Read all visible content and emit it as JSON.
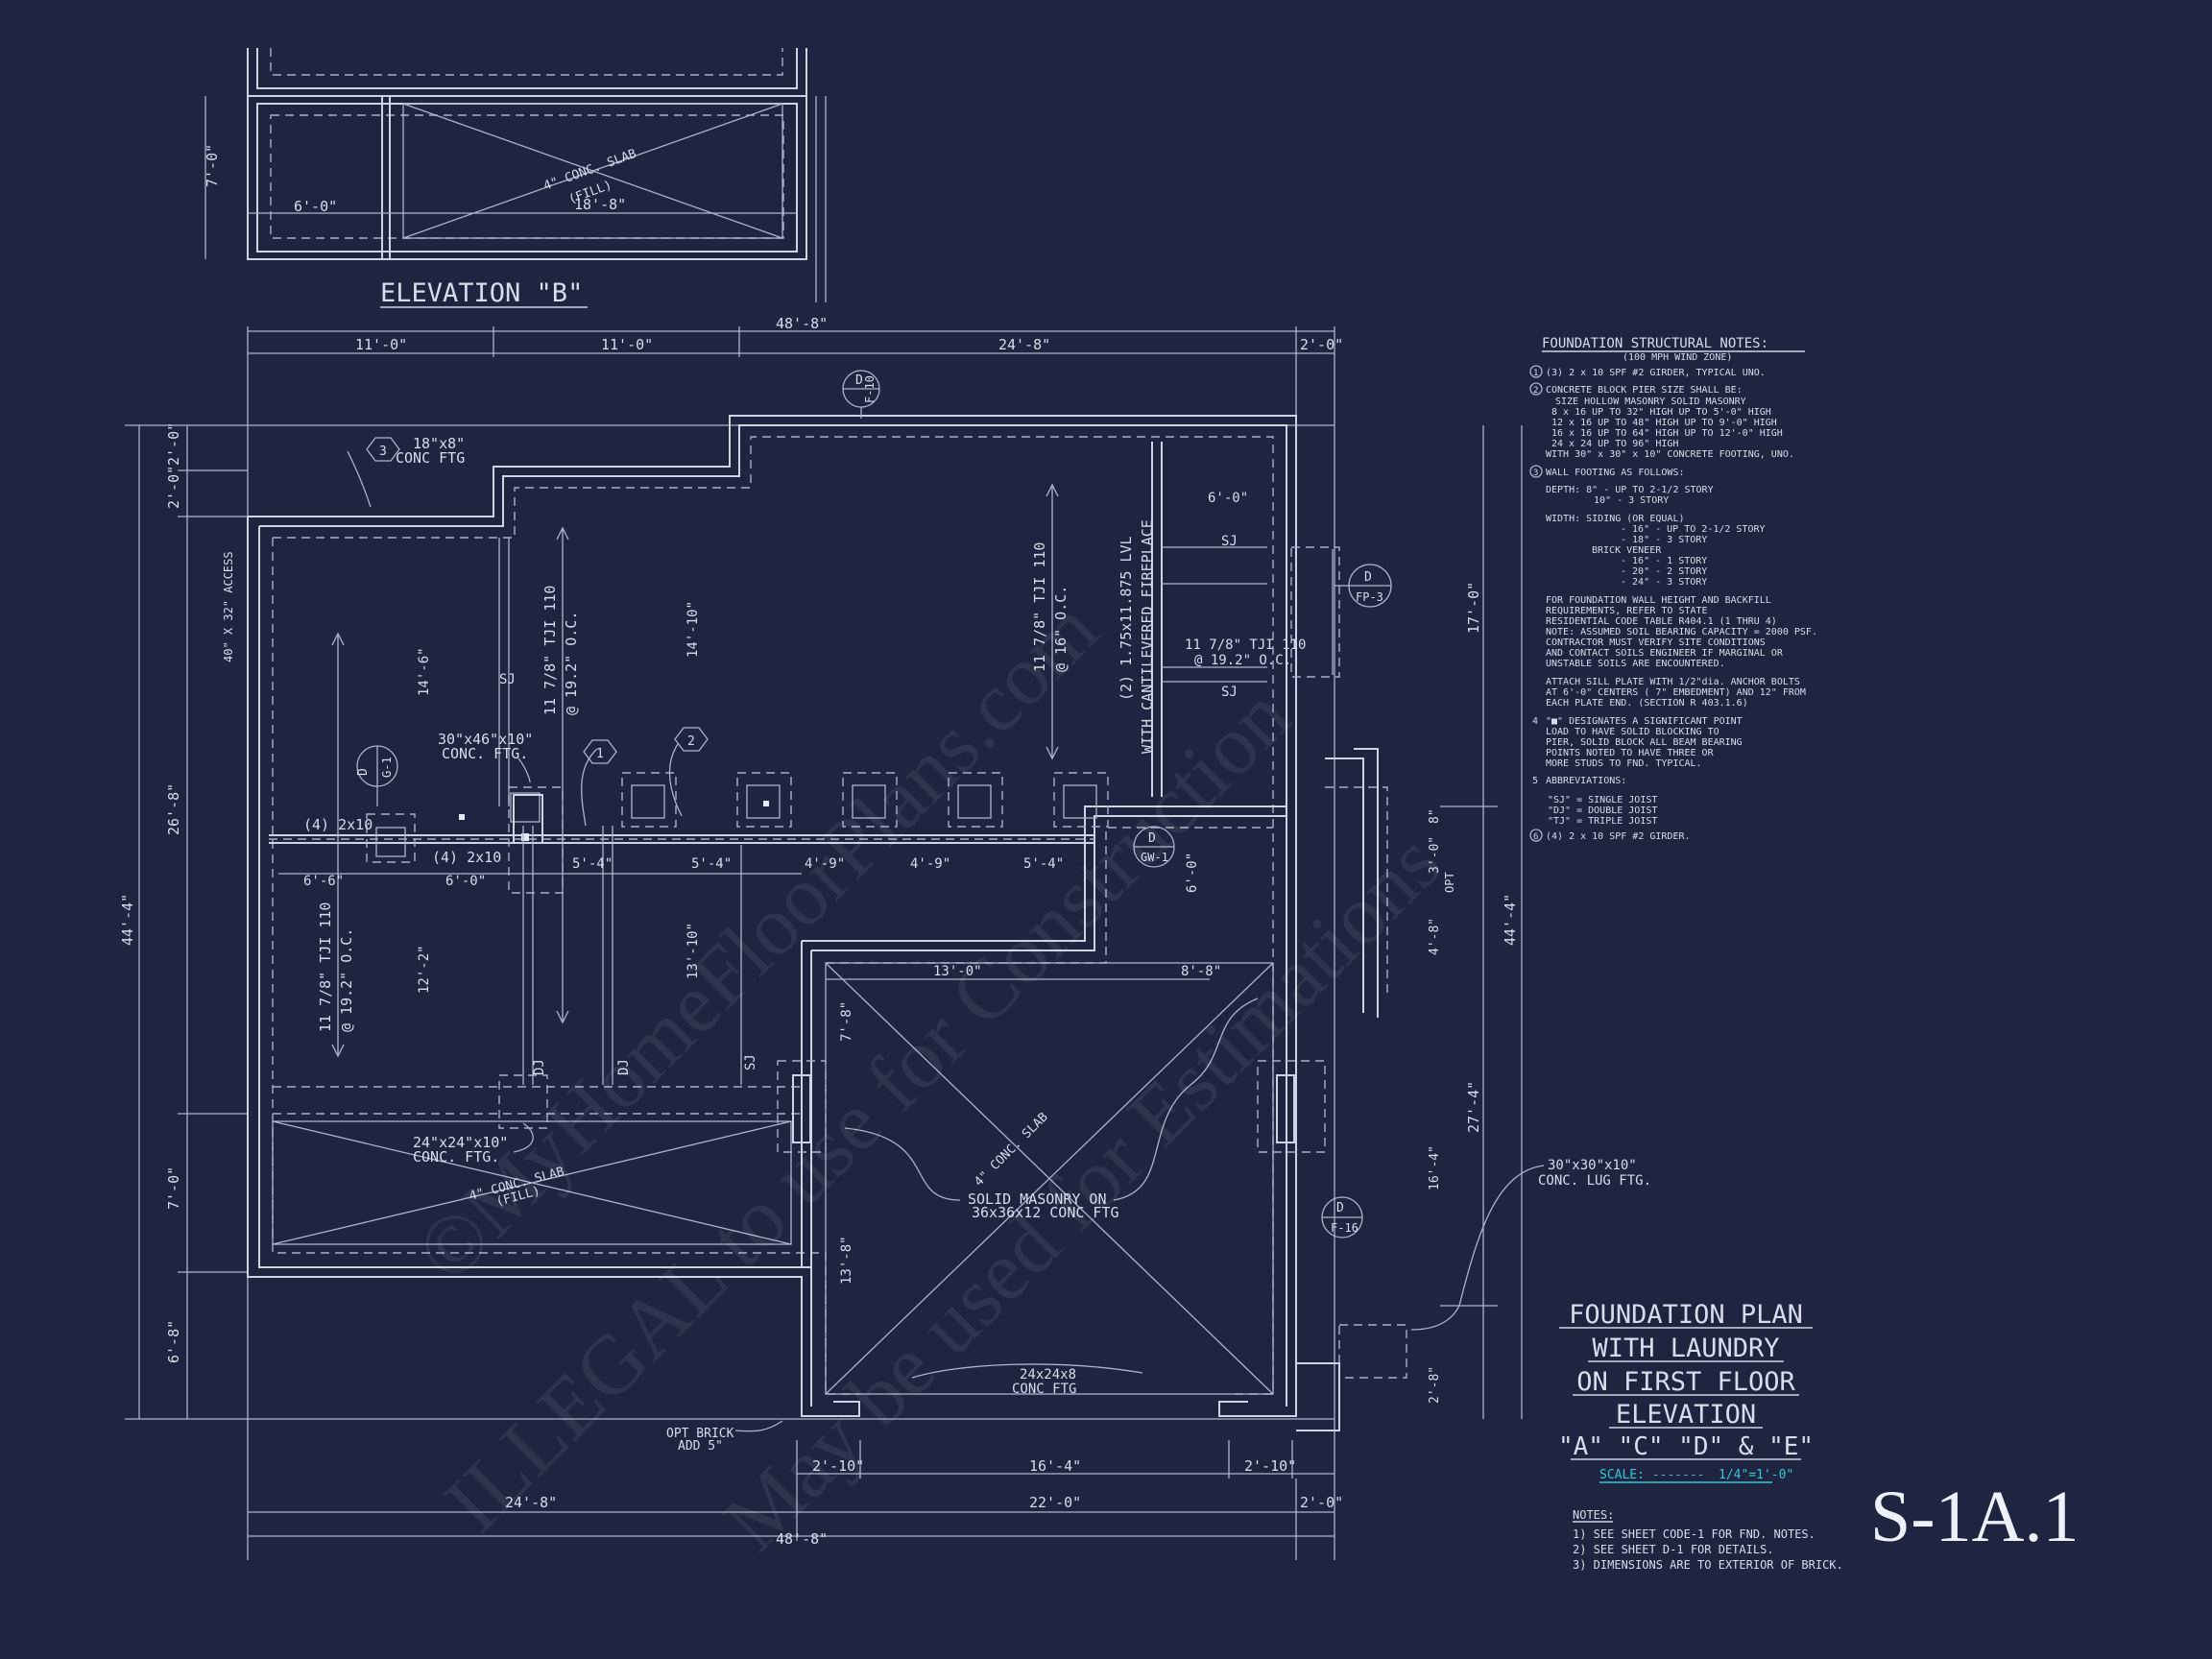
{
  "sheet": {
    "number": "S-1A.1",
    "background": "#1f2440",
    "line_color": "#cfd3e6",
    "accent_color": "#33c7d9"
  },
  "elevation_b": {
    "title": "ELEVATION \"B\"",
    "slab_label": "4\" CONC. SLAB",
    "slab_fill": "(FILL)",
    "dims": [
      "7'-0\"",
      "6'-0\"",
      "18'-8\""
    ]
  },
  "plan": {
    "top_dims": [
      "48'-8\"",
      "11'-0\"",
      "11'-0\"",
      "24'-8\"",
      "2'-0\""
    ],
    "bottom_dims": [
      "2'-10\"",
      "16'-4\"",
      "2'-10\"",
      "24'-8\"",
      "22'-0\"",
      "2'-0\"",
      "48'-8\""
    ],
    "left_dims": [
      "2'-0\"",
      "2'-0\"",
      "26'-8\"",
      "44'-4\"",
      "7'-0\"",
      "6'-8\""
    ],
    "right_dims": [
      "17'-0\"",
      "44'-4\"",
      "8\"",
      "3'-0\"",
      "OPT",
      "4'-8\"",
      "27'-4\"",
      "16'-4\"",
      "2'-8\""
    ],
    "interior_dims": [
      "6'-0\"",
      "14'-6\"",
      "14'-10\"",
      "6'-6\"",
      "6'-0\"",
      "12'-2\"",
      "13'-10\"",
      "5'-4\"",
      "5'-4\"",
      "4'-9\"",
      "4'-9\"",
      "5'-4\"",
      "6'-0\"",
      "13'-0\"",
      "8'-8\"",
      "7'-8\"",
      "13'-8\""
    ],
    "labels": {
      "access": "40\" X 32\" ACCESS",
      "footing_18": "18\"x8\"",
      "conc_ftg": "CONC FTG",
      "pier_30": "30\"x46\"x10\"",
      "conc_ftg2": "CONC. FTG.",
      "girder_a": "(4) 2x10",
      "girder_b": "(4) 2x10",
      "tji_left_a": "11 7/8\" TJI 110",
      "tji_left_b": "@ 19.2\" O.C.",
      "tji_mid_a": "11 7/8\" TJI 110",
      "tji_mid_b": "@ 19.2\" O.C.",
      "tji_right_a": "11 7/8\" TJI 110",
      "tji_right_b": "@ 16\" O.C.",
      "lvl_a": "(2) 1.75x11.875 LVL",
      "lvl_b": "WITH CANTILEVERED FIREPLACE",
      "tji_fp_a": "11 7/8\" TJI 110",
      "tji_fp_b": "@ 19.2\" O.C.",
      "sj": "SJ",
      "dj": "DJ",
      "pier_24": "24\"x24\"x10\"",
      "conc_ftg3": "CONC. FTG.",
      "slab_left_a": "4\" CONC. SLAB",
      "slab_left_b": "(FILL)",
      "slab_garage": "4\" CONC. SLAB",
      "masonry_a": "SOLID MASONRY ON",
      "masonry_b": "36x36x12 CONC FTG",
      "ftg_24_a": "24x24x8",
      "ftg_24_b": "CONC FTG",
      "opt_brick_a": "OPT BRICK",
      "opt_brick_b": "ADD 5\"",
      "lug_a": "30\"x30\"x10\"",
      "lug_b": "CONC. LUG FTG."
    },
    "markers": [
      {
        "letter": "D",
        "code": "F-10"
      },
      {
        "letter": "D",
        "code": "FP-3"
      },
      {
        "letter": "D",
        "code": "G-1"
      },
      {
        "letter": "D",
        "code": "GW-1"
      },
      {
        "letter": "D",
        "code": "F-16"
      }
    ],
    "callouts": [
      "1",
      "2",
      "3"
    ]
  },
  "notes": {
    "heading": "FOUNDATION STRUCTURAL NOTES:",
    "wind": "(100 MPH WIND ZONE)",
    "lines": [
      "(3) 2 x 10 SPF #2 GIRDER, TYPICAL UNO.",
      "CONCRETE BLOCK PIER SIZE SHALL BE:",
      "SIZE      HOLLOW MASONRY     SOLID MASONRY",
      "8 x 16     UP TO 32\" HIGH     UP TO 5'-0\" HIGH",
      "12 x 16    UP TO 48\" HIGH     UP TO 9'-0\" HIGH",
      "16 x 16    UP TO 64\" HIGH     UP TO 12'-0\" HIGH",
      "24 x 24    UP TO 96\" HIGH",
      "WITH 30\" x 30\" x 10\" CONCRETE FOOTING, UNO.",
      "WALL FOOTING AS FOLLOWS:",
      "DEPTH:  8\" - UP TO 2-1/2 STORY",
      "10\" - 3 STORY",
      "WIDTH:  SIDING (OR EQUAL)",
      "- 16\" - UP TO 2-1/2 STORY",
      "- 18\" - 3 STORY",
      "BRICK VENEER",
      "- 16\" - 1 STORY",
      "- 20\" - 2 STORY",
      "- 24\" - 3 STORY",
      "FOR FOUNDATION WALL HEIGHT AND BACKFILL",
      "REQUIREMENTS, REFER TO STATE",
      "RESIDENTIAL CODE TABLE R404.1 (1 THRU 4)",
      "NOTE: ASSUMED SOIL BEARING CAPACITY = 2000 PSF.",
      "CONTRACTOR MUST VERIFY SITE CONDITIONS",
      "AND CONTACT SOILS ENGINEER IF MARGINAL OR",
      "UNSTABLE SOILS ARE ENCOUNTERED.",
      "ATTACH SILL PLATE WITH 1/2\"dia. ANCHOR BOLTS",
      "AT 6'-0\" CENTERS ( 7\" EMBEDMENT) AND 12\" FROM",
      "EACH PLATE END. (SECTION R 403.1.6)",
      "\"■\" DESIGNATES A SIGNIFICANT POINT",
      "LOAD TO HAVE SOLID BLOCKING TO",
      "PIER, SOLID BLOCK ALL BEAM BEARING",
      "POINTS NOTED TO HAVE THREE OR",
      "MORE STUDS TO FND. TYPICAL.",
      "ABBREVIATIONS:",
      "\"SJ\" = SINGLE JOIST",
      "\"DJ\" = DOUBLE JOIST",
      "\"TJ\" = TRIPLE JOIST",
      "(4) 2 x 10 SPF #2 GIRDER."
    ],
    "numbers": [
      "1",
      "2",
      "3",
      "4",
      "5",
      "6"
    ]
  },
  "title_block": {
    "lines": [
      "FOUNDATION PLAN",
      "WITH LAUNDRY",
      "ON FIRST FLOOR",
      "ELEVATION",
      "\"A\" \"C\" \"D\" & \"E\""
    ],
    "scale_label": "SCALE: -------",
    "scale_value": "1/4\"=1'-0\""
  },
  "footnotes": {
    "heading": "NOTES:",
    "items": [
      "1) SEE SHEET CODE-1 FOR FND. NOTES.",
      "2) SEE SHEET D-1 FOR DETAILS.",
      "3) DIMENSIONS ARE TO EXTERIOR OF BRICK."
    ]
  },
  "watermark": [
    "©MyHomeFloorPlans.com",
    "ILLEGAL to use for Construction",
    "May be used for Estimations"
  ]
}
